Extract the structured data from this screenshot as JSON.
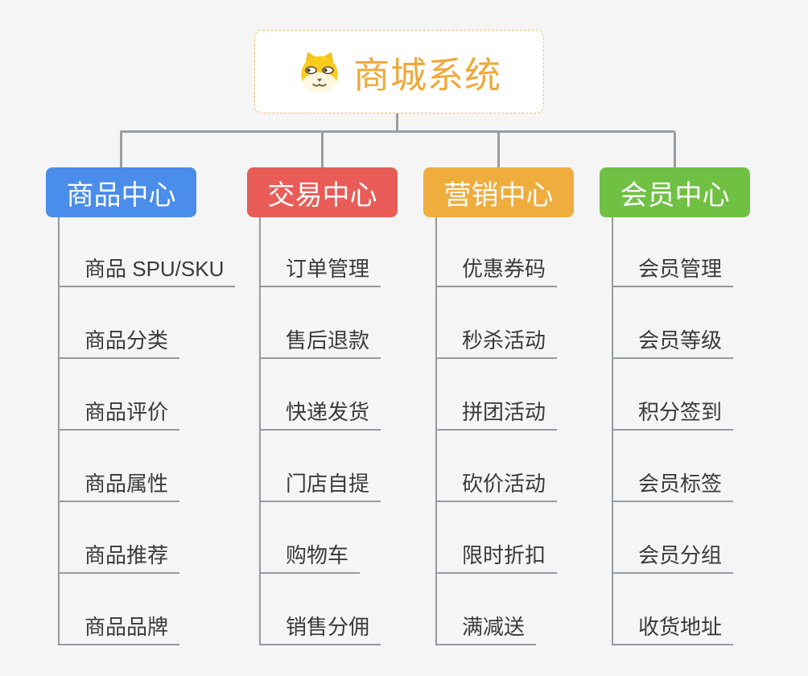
{
  "root": {
    "title": "商城系统",
    "icon": "doge-icon"
  },
  "branches": [
    {
      "label": "商品中心",
      "color": "#4A8DEA",
      "items": [
        "商品 SPU/SKU",
        "商品分类",
        "商品评价",
        "商品属性",
        "商品推荐",
        "商品品牌"
      ]
    },
    {
      "label": "交易中心",
      "color": "#E95C57",
      "items": [
        "订单管理",
        "售后退款",
        "快递发货",
        "门店自提",
        "购物车",
        "销售分佣"
      ]
    },
    {
      "label": "营销中心",
      "color": "#EFAD3E",
      "items": [
        "优惠券码",
        "秒杀活动",
        "拼团活动",
        "砍价活动",
        "限时折扣",
        "满减送"
      ]
    },
    {
      "label": "会员中心",
      "color": "#6FC043",
      "items": [
        "会员管理",
        "会员等级",
        "积分签到",
        "会员标签",
        "会员分组",
        "收货地址"
      ]
    }
  ],
  "colors": {
    "background": "#F5F5F6",
    "connector": "#9A9C9E",
    "branch_line": "#97999C",
    "root_border": "#F2BF6D",
    "root_text": "#F0A83A",
    "item_text": "#3A3A3A"
  }
}
